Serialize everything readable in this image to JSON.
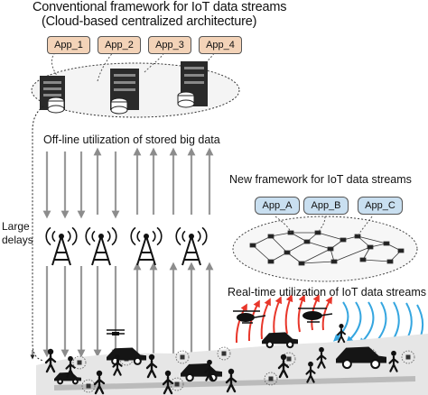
{
  "conventional": {
    "title_line1": "Conventional framework for IoT data streams",
    "title_line2": "(Cloud-based centralized architecture)",
    "apps": [
      "App_1",
      "App_2",
      "App_3",
      "App_4"
    ],
    "offline_label": "Off-line utilization of stored big data",
    "delay_label_line1": "Large",
    "delay_label_line2": "delays"
  },
  "new_framework": {
    "title": "New framework for IoT data streams",
    "apps": [
      "App_A",
      "App_B",
      "App_C"
    ],
    "realtime_label": "Real-time utilization of IoT data streams"
  },
  "colors": {
    "app_old_fill": "#f3d3b8",
    "app_new_fill": "#c9dff0",
    "realtime_out_arrows": "#e8362a",
    "realtime_in_arrows": "#35a6e0",
    "backhaul_arrows": "#9a9a9a"
  }
}
